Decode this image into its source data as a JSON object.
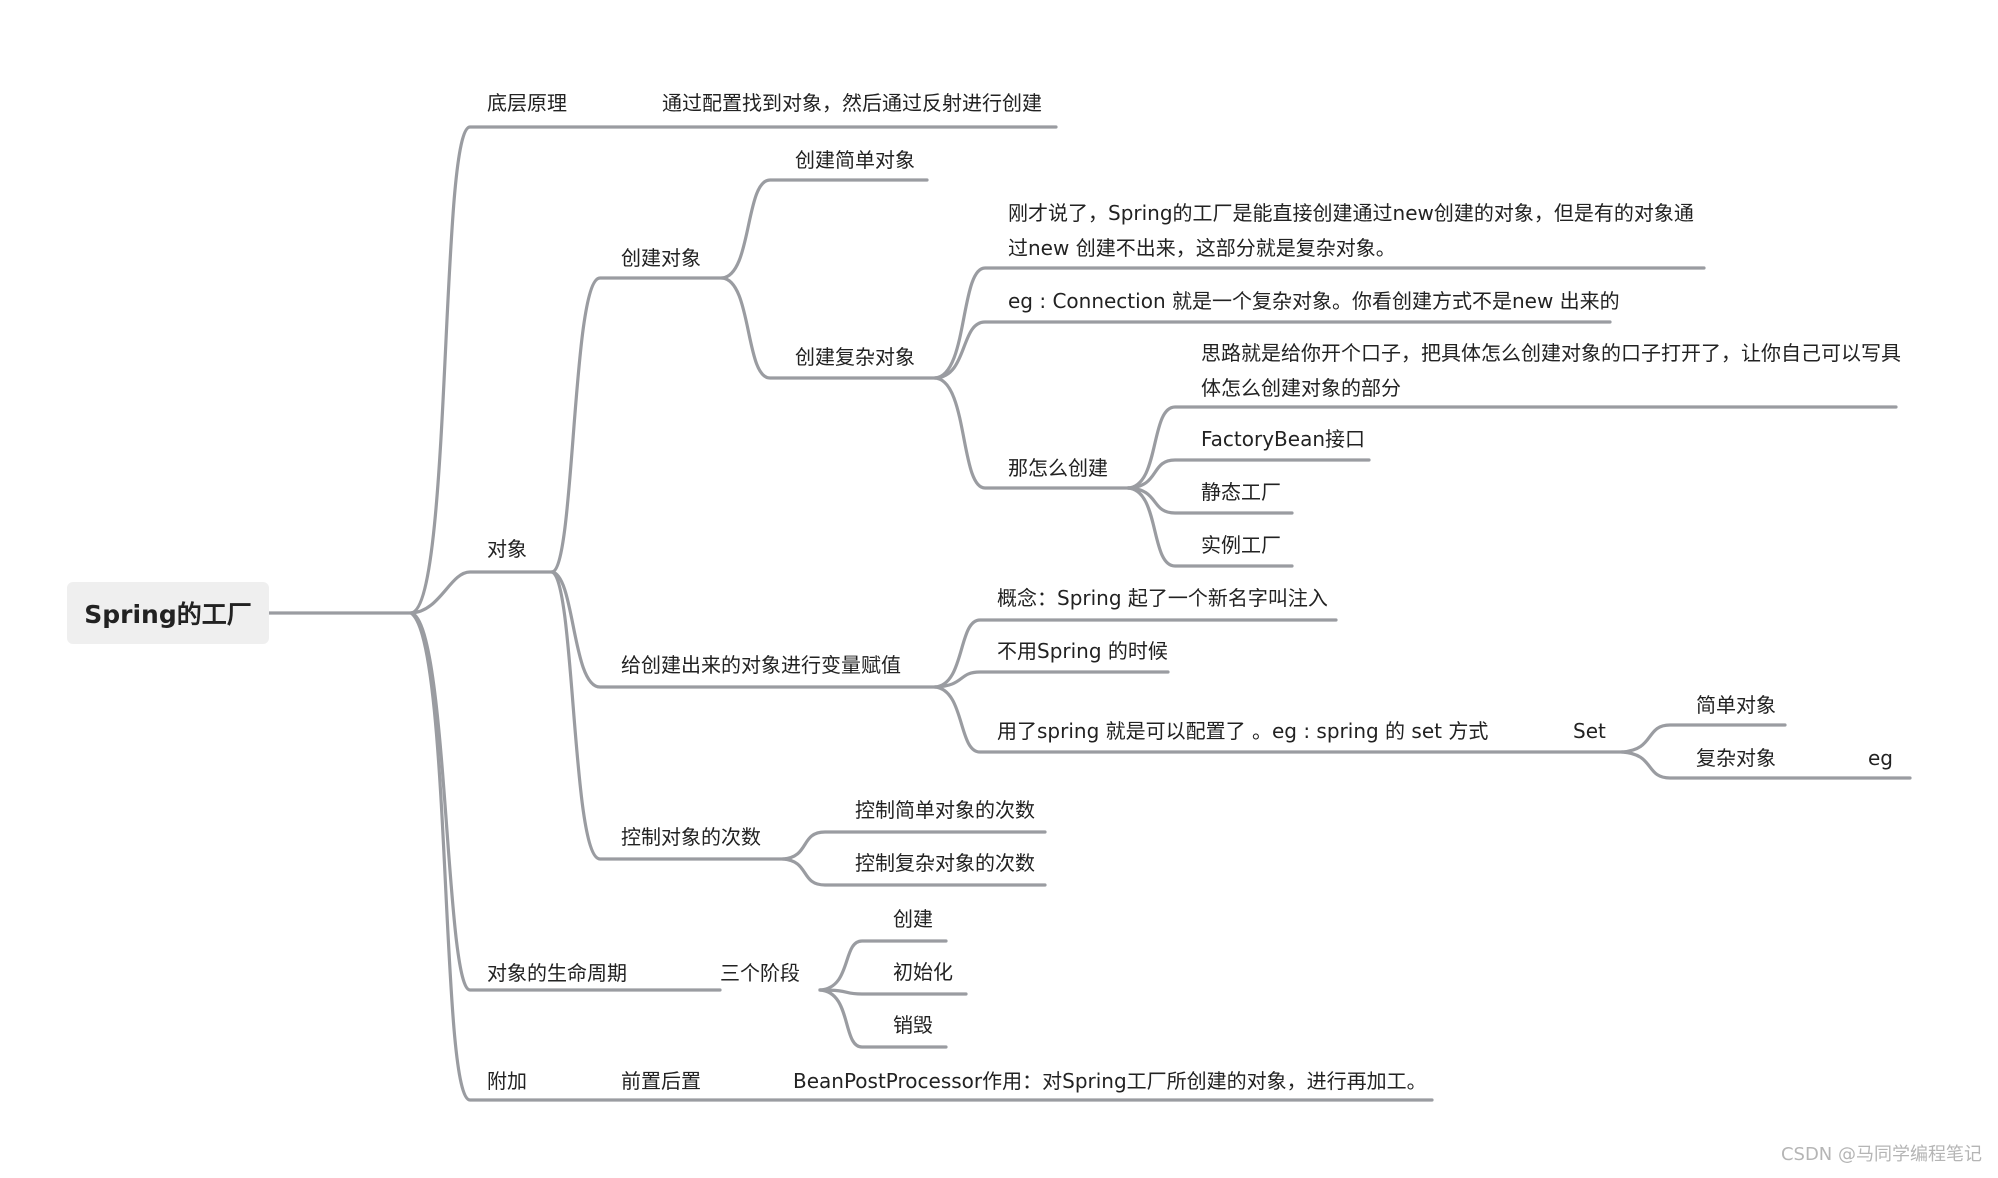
{
  "root": "Spring的工厂",
  "watermark": "CSDN @马同学编程笔记",
  "branches": {
    "underlying": {
      "label": "底层原理",
      "detail": "通过配置找到对象，然后通过反射进行创建"
    },
    "object": {
      "label": "对象",
      "create": {
        "label": "创建对象",
        "simple": "创建简单对象",
        "complex": {
          "label": "创建复杂对象",
          "note1": "刚才说了，Spring的工厂是能直接创建通过new创建的对象，但是有的对象通过new 创建不出来，这部分就是复杂对象。",
          "note2": "eg : Connection 就是一个复杂对象。你看创建方式不是new 出来的",
          "how": {
            "label": "那怎么创建",
            "idea": "思路就是给你开个口子，把具体怎么创建对象的口子打开了，让你自己可以写具体怎么创建对象的部分",
            "factory_bean": "FactoryBean接口",
            "static_factory": "静态工厂",
            "instance_factory": "实例工厂"
          }
        }
      },
      "assign": {
        "label": "给创建出来的对象进行变量赋值",
        "concept": "概念：Spring 起了一个新名字叫注入",
        "without": "不用Spring 的时候",
        "with": "用了spring 就是可以配置了 。eg : spring 的 set 方式",
        "set": {
          "label": "Set",
          "simple": "简单对象",
          "complex": "复杂对象",
          "eg": "eg"
        }
      },
      "count": {
        "label": "控制对象的次数",
        "simple": "控制简单对象的次数",
        "complex": "控制复杂对象的次数"
      }
    },
    "lifecycle": {
      "label": "对象的生命周期",
      "stages": {
        "label": "三个阶段",
        "create": "创建",
        "init": "初始化",
        "destroy": "销毁"
      }
    },
    "extra": {
      "label": "附加",
      "prepost": "前置后置",
      "bpp": "BeanPostProcessor作用：对Spring工厂所创建的对象，进行再加工。"
    }
  }
}
